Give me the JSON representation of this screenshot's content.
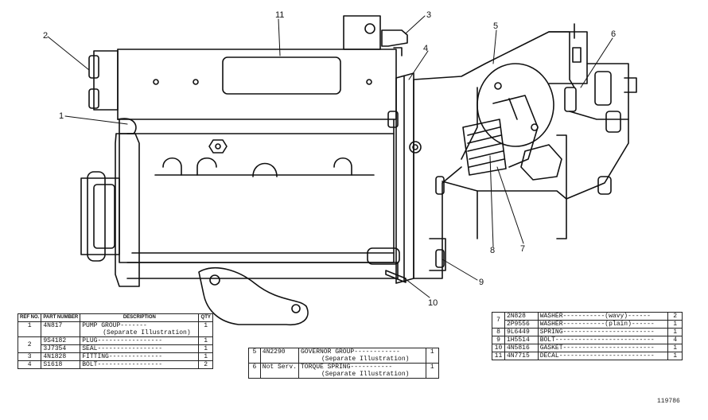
{
  "callouts": [
    "1",
    "2",
    "3",
    "4",
    "5",
    "6",
    "7",
    "8",
    "9",
    "10",
    "11"
  ],
  "table_left": {
    "headers": {
      "ref": "REF NO.",
      "part": "PART NUMBER",
      "desc": "DESCRIPTION",
      "qty": "QTY"
    },
    "rows": [
      {
        "ref": "1",
        "part": "4N817",
        "desc": "PUMP GROUP-------",
        "desc2": "(Separate Illustration)",
        "qty": "1"
      },
      {
        "ref": "2",
        "part": "9S4182",
        "desc": "PLUG-----------------",
        "desc2": "",
        "qty": "1"
      },
      {
        "ref": "",
        "part": "3J7354",
        "desc": "SEAL-----------------",
        "desc2": "",
        "qty": "1"
      },
      {
        "ref": "3",
        "part": "4N1828",
        "desc": "FITTING--------------",
        "desc2": "",
        "qty": "1"
      },
      {
        "ref": "4",
        "part": "S1618",
        "desc": "BOLT-----------------",
        "desc2": "",
        "qty": "2"
      }
    ]
  },
  "table_middle": {
    "rows": [
      {
        "ref": "5",
        "part": "4N2290",
        "desc": "GOVERNOR GROUP------------",
        "desc2": "(Separate Illustration)",
        "qty": "1"
      },
      {
        "ref": "6",
        "part": "Not Serv.",
        "desc": "TORQUE SPRING-----------",
        "desc2": "(Separate Illustration)",
        "qty": "1"
      }
    ]
  },
  "table_right": {
    "rows": [
      {
        "ref": "7",
        "part": "2N828",
        "desc": "WASHER-----------(wavy)------",
        "qty": "2"
      },
      {
        "ref": "",
        "part": "2P9556",
        "desc": "WASHER-----------(plain)------",
        "qty": "1"
      },
      {
        "ref": "8",
        "part": "9L6449",
        "desc": "SPRING------------------------",
        "qty": "1"
      },
      {
        "ref": "9",
        "part": "1H5514",
        "desc": "BOLT--------------------------",
        "qty": "4"
      },
      {
        "ref": "10",
        "part": "4N5816",
        "desc": "GASKET------------------------",
        "qty": "1"
      },
      {
        "ref": "11",
        "part": "4N7715",
        "desc": "DECAL-------------------------",
        "qty": "1"
      }
    ]
  },
  "illustration_code": "119786",
  "colors": {
    "ink": "#111111",
    "paper": "#ffffff"
  }
}
